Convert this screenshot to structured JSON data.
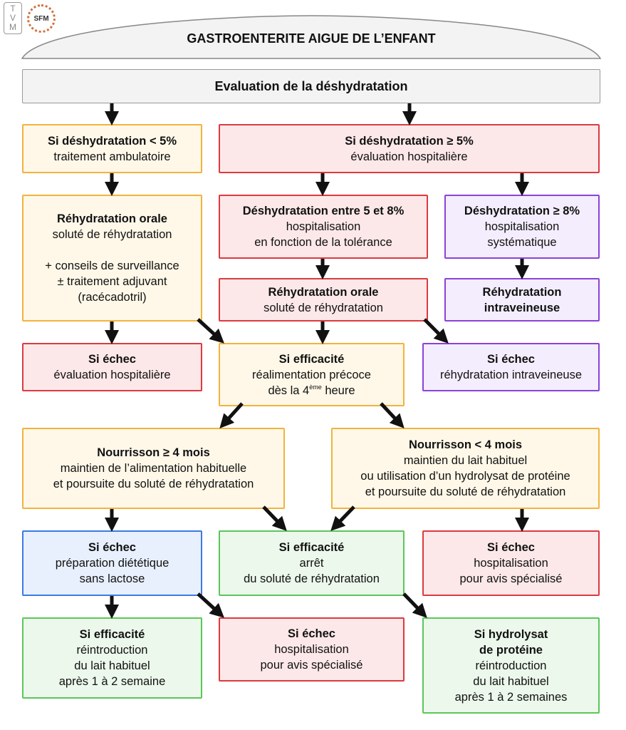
{
  "logos": {
    "tvm": "TVM",
    "sfm": "SFM"
  },
  "title": "GASTROENTERITE AIGUE DE L’ENFANT",
  "colors": {
    "yellow": "#f2b33d",
    "red": "#dc3a40",
    "purple": "#8b42d8",
    "blue": "#3c7ae2",
    "green": "#5cc65a",
    "arrow": "#111111"
  },
  "boxes": [
    {
      "id": "evaluation",
      "color": "gray",
      "bold": [
        "Evaluation de la déshydratation"
      ],
      "body": []
    },
    {
      "id": "deshydratation-moins-5",
      "color": "yellow",
      "bold": [
        "Si déshydratation < 5%"
      ],
      "body": [
        "traitement ambulatoire"
      ]
    },
    {
      "id": "deshydratation-plus-5",
      "color": "red",
      "bold": [
        "Si déshydratation ≥ 5%"
      ],
      "body": [
        "évaluation hospitalière"
      ]
    },
    {
      "id": "rehydratation-orale-ambulatoire",
      "color": "yellow",
      "bold": [
        "Réhydratation orale"
      ],
      "body": [
        "soluté de réhydratation",
        "",
        "+ conseils de surveillance",
        "± traitement adjuvant",
        "(racécadotril)"
      ]
    },
    {
      "id": "deshydratation-5-8",
      "color": "red",
      "bold": [
        "Déshydratation entre 5 et 8%"
      ],
      "body": [
        "hospitalisation",
        "en fonction de la tolérance"
      ]
    },
    {
      "id": "deshydratation-plus-8",
      "color": "purple",
      "bold": [
        "Déshydratation ≥ 8%"
      ],
      "body": [
        "hospitalisation",
        "systématique"
      ]
    },
    {
      "id": "rehydratation-orale-hospitaliere",
      "color": "red",
      "bold": [
        "Réhydratation orale"
      ],
      "body": [
        "soluté de réhydratation"
      ]
    },
    {
      "id": "rehydratation-intraveineuse",
      "color": "purple",
      "bold": [
        "Réhydratation",
        "intraveineuse"
      ],
      "body": []
    },
    {
      "id": "echec-evaluation-hospitaliere",
      "color": "red",
      "bold": [
        "Si échec"
      ],
      "body": [
        "évaluation hospitalière"
      ]
    },
    {
      "id": "efficacite-realimentation",
      "color": "yellow",
      "bold": [
        "Si efficacité"
      ],
      "body": [
        "réalimentation précoce",
        "dès la 4|ème| heure"
      ]
    },
    {
      "id": "echec-rehydratation-iv",
      "color": "purple",
      "bold": [
        "Si échec"
      ],
      "body": [
        "réhydratation intraveineuse"
      ]
    },
    {
      "id": "nourrisson-plus-4-mois",
      "color": "yellow",
      "bold": [
        "Nourrisson ≥ 4 mois"
      ],
      "body": [
        "maintien de l’alimentation habituelle",
        "et poursuite du soluté de réhydratation"
      ]
    },
    {
      "id": "nourrisson-moins-4-mois",
      "color": "yellow",
      "bold": [
        "Nourrisson < 4 mois"
      ],
      "body": [
        "maintien du lait habituel",
        "ou utilisation d’un hydrolysat de protéine",
        "et poursuite du soluté de réhydratation"
      ]
    },
    {
      "id": "echec-sans-lactose",
      "color": "blue",
      "bold": [
        "Si échec"
      ],
      "body": [
        "préparation diététique",
        "sans lactose"
      ]
    },
    {
      "id": "efficacite-arret-solute",
      "color": "green",
      "bold": [
        "Si efficacité"
      ],
      "body": [
        "arrêt",
        "du soluté de réhydratation"
      ]
    },
    {
      "id": "echec-avis-specialise-1",
      "color": "red",
      "bold": [
        "Si échec"
      ],
      "body": [
        "hospitalisation",
        "pour avis spécialisé"
      ]
    },
    {
      "id": "efficacite-reintroduction",
      "color": "green",
      "bold": [
        "Si efficacité"
      ],
      "body": [
        "réintroduction",
        "du lait habituel",
        "après 1 à 2 semaine"
      ]
    },
    {
      "id": "echec-avis-specialise-2",
      "color": "red",
      "bold": [
        "Si échec"
      ],
      "body": [
        "hospitalisation",
        "pour avis spécialisé"
      ]
    },
    {
      "id": "hydrolysat-reintroduction",
      "color": "green",
      "bold": [
        "Si hydrolysat",
        "de protéine"
      ],
      "body": [
        "réintroduction",
        "du lait habituel",
        "après 1 à 2 semaines"
      ]
    }
  ]
}
